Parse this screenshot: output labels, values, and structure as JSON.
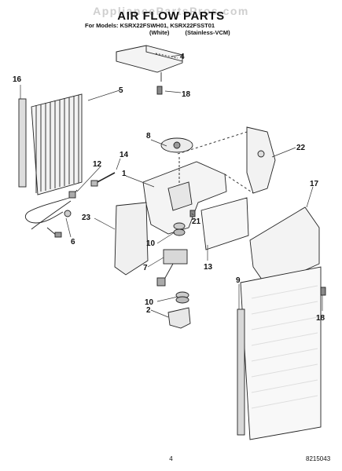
{
  "watermark": "AppliancePartsPros.com",
  "title": "AIR FLOW PARTS",
  "models_line": "For Models: KSRX22FSWH01, KSRX22FSST01",
  "variant_white": "(White)",
  "variant_stainless": "(Stainless-VCM)",
  "page_number": "4",
  "doc_number": "8215043",
  "callouts": {
    "c1": "1",
    "c2": "2",
    "c4": "4",
    "c5": "5",
    "c6": "6",
    "c7": "7",
    "c8": "8",
    "c9": "9",
    "c10a": "10",
    "c10b": "10",
    "c12": "12",
    "c13": "13",
    "c14": "14",
    "c16": "16",
    "c17": "17",
    "c18a": "18",
    "c18b": "18",
    "c21": "21",
    "c22": "22",
    "c23": "23"
  }
}
